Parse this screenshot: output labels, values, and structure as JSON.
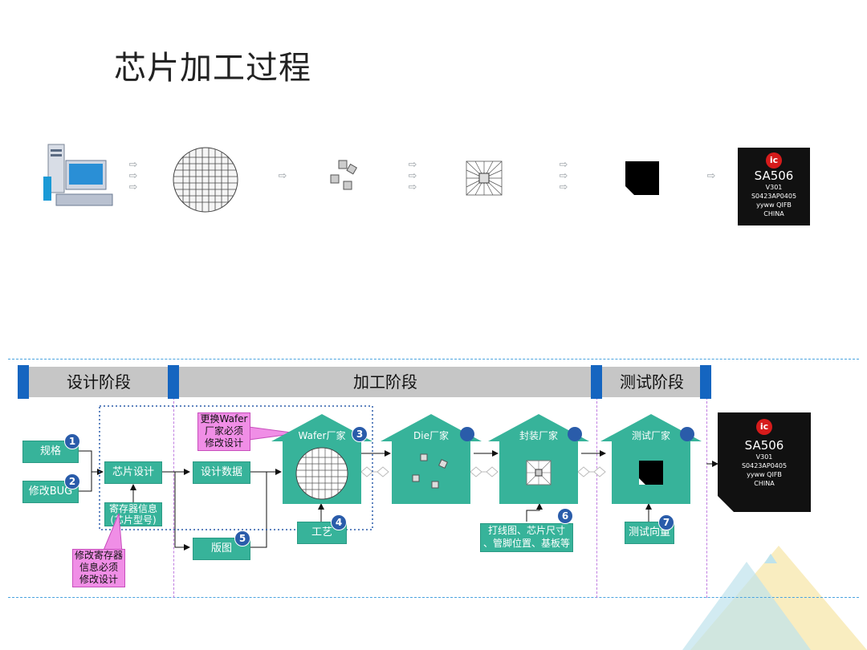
{
  "title": "芯片加工过程",
  "chip_top": {
    "model": "SA506",
    "lines": [
      "V301",
      "S0423AP0405",
      "yyww QIFB",
      "CHINA"
    ]
  },
  "chip_bottom": {
    "model": "SA506",
    "lines": [
      "V301",
      "S0423AP0405",
      "yyww QIFB",
      "CHINA"
    ]
  },
  "flow_arrows": [
    "⇨",
    "⇨",
    "⇨"
  ],
  "phases": {
    "design": "设计阶段",
    "process": "加工阶段",
    "test": "测试阶段"
  },
  "boxes": {
    "spec": "规格",
    "bug": "修改BUG",
    "chip_design": "芯片设计",
    "register_info": "寄存器信息\n(芯片型号)",
    "design_data": "设计数据",
    "layout": "版图",
    "craft": "工艺",
    "bonding": "打线图、芯片尺寸\n、管脚位置、基板等",
    "test_vectors": "测试向量"
  },
  "factories": {
    "wafer": "Wafer厂家",
    "die": "Die厂家",
    "package": "封装厂家",
    "test": "测试厂家"
  },
  "notes": {
    "wafer_change": "更换Wafer\n厂家必须\n修改设计",
    "register_change": "修改寄存器\n信息必须\n修改设计"
  },
  "numbers": [
    "1",
    "2",
    "3",
    "4",
    "5",
    "6",
    "7"
  ],
  "colors": {
    "teal": "#37b39a",
    "post": "#1565c0",
    "pink": "#f08ee6",
    "badge": "#2a5caa"
  }
}
